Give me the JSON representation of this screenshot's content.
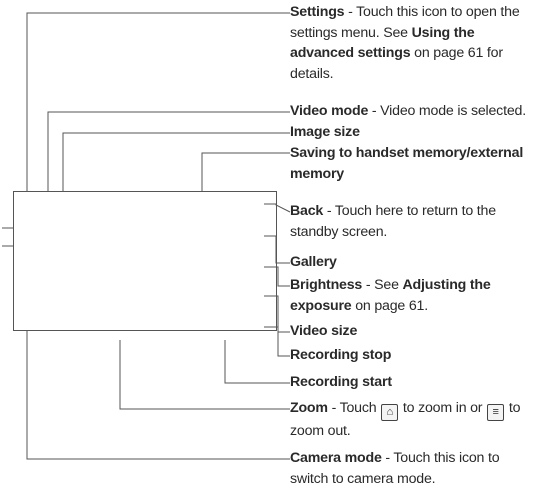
{
  "colors": {
    "line": "#555555",
    "text": "#2a2a2a"
  },
  "callouts": [
    {
      "id": "settings",
      "title": "Settings",
      "text": " - Touch this icon to open the settings menu. See ",
      "ref": "Using the advanced settings",
      "tail": " on page 61 for details."
    },
    {
      "id": "video-mode",
      "title": "Video mode",
      "text": " - Video mode is selected."
    },
    {
      "id": "image-size",
      "title": "Image size"
    },
    {
      "id": "saving",
      "title": "Saving to handset memory/external memory"
    },
    {
      "id": "back",
      "title": "Back",
      "text": " - Touch here to return to the standby screen."
    },
    {
      "id": "gallery",
      "title": "Gallery"
    },
    {
      "id": "brightness",
      "title": "Brightness",
      "text": " - See ",
      "ref": "Adjusting the exposure",
      "tail": " on page 61."
    },
    {
      "id": "video-size",
      "title": "Video size"
    },
    {
      "id": "recording-stop",
      "title": "Recording stop"
    },
    {
      "id": "recording-start",
      "title": "Recording start"
    },
    {
      "id": "zoom",
      "title": "Zoom",
      "text": " - Touch ",
      "text2": " to zoom in or ",
      "text3": " to zoom out.",
      "icon_in": "zoom-in-icon",
      "icon_out": "zoom-out-icon"
    },
    {
      "id": "camera-mode",
      "title": "Camera mode",
      "text": " - Touch this icon to switch to camera mode."
    }
  ]
}
